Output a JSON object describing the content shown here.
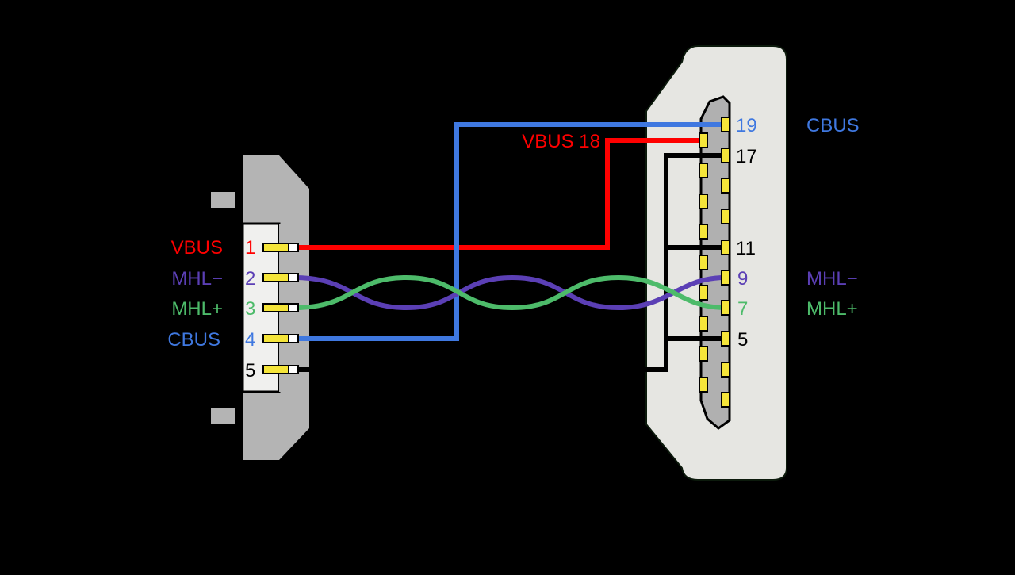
{
  "colors": {
    "background": "#000000",
    "vbus": "#ff0000",
    "mhl_minus": "#5b3fb5",
    "mhl_plus": "#4dbb6a",
    "cbus": "#3f78e0",
    "ground": "#000000",
    "usb_connector": "#b4b4b4",
    "hdmi_connector": "#e6e6e2",
    "pin": "#f5e53a"
  },
  "usb": {
    "pins": [
      {
        "number": "1",
        "signal": "VBUS",
        "color": "#ff0000"
      },
      {
        "number": "2",
        "signal": "MHL−",
        "color": "#5b3fb5"
      },
      {
        "number": "3",
        "signal": "MHL+",
        "color": "#4dbb6a"
      },
      {
        "number": "4",
        "signal": "CBUS",
        "color": "#3f78e0"
      },
      {
        "number": "5",
        "signal": "",
        "color": "#000000"
      }
    ]
  },
  "hdmi": {
    "pin_labels": [
      {
        "number": "19",
        "color": "#3f78e0"
      },
      {
        "number": "17",
        "color": "#000000"
      },
      {
        "number": "11",
        "color": "#000000"
      },
      {
        "number": "9",
        "color": "#5b3fb5"
      },
      {
        "number": "7",
        "color": "#4dbb6a"
      },
      {
        "number": "5",
        "color": "#000000"
      }
    ],
    "vbus_label": "VBUS 18",
    "signal_labels": [
      {
        "signal": "CBUS",
        "color": "#3f78e0"
      },
      {
        "signal": "MHL−",
        "color": "#5b3fb5"
      },
      {
        "signal": "MHL+",
        "color": "#4dbb6a"
      }
    ]
  }
}
